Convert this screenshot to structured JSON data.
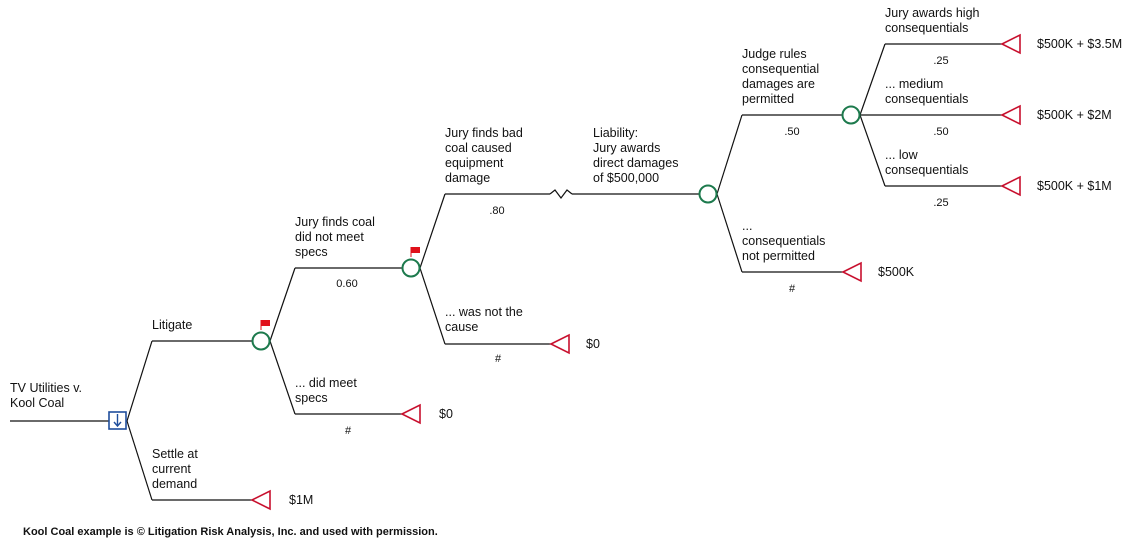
{
  "root": {
    "label": [
      "TV Utilities v.",
      "Kool Coal"
    ]
  },
  "branches": {
    "litigate": {
      "label": [
        "Litigate"
      ]
    },
    "settle": {
      "label": [
        "Settle at",
        "current",
        "demand"
      ],
      "payoff": "$1M"
    },
    "did_not_meet": {
      "label": [
        "Jury finds coal",
        "did not meet",
        "specs"
      ],
      "prob": "0.60"
    },
    "did_meet": {
      "label": [
        "... did meet",
        "specs"
      ],
      "prob": "#",
      "payoff": "$0"
    },
    "caused": {
      "label": [
        "Jury finds bad",
        "coal caused",
        "equipment",
        "damage"
      ],
      "prob": ".80"
    },
    "not_cause": {
      "label": [
        "... was not the",
        "cause"
      ],
      "prob": "#",
      "payoff": "$0"
    },
    "liability": {
      "label": [
        "Liability:",
        "Jury awards",
        "direct damages",
        "of $500,000"
      ]
    },
    "permitted": {
      "label": [
        "Judge rules",
        "consequential",
        "damages are",
        "permitted"
      ],
      "prob": ".50"
    },
    "not_permitted": {
      "label": [
        "...",
        "consequentials",
        "not permitted"
      ],
      "prob": "#",
      "payoff": "$500K"
    },
    "high": {
      "label": [
        "Jury awards high",
        "consequentials"
      ],
      "prob": ".25",
      "payoff": "$500K + $3.5M"
    },
    "medium": {
      "label": [
        "... medium",
        "consequentials"
      ],
      "prob": ".50",
      "payoff": "$500K + $2M"
    },
    "low": {
      "label": [
        "... low",
        "consequentials"
      ],
      "prob": ".25",
      "payoff": "$500K + $1M"
    }
  },
  "footer": "Kool Coal example is © Litigation Risk Analysis, Inc. and used with permission.",
  "colors": {
    "chance": "#1d7a4d",
    "terminal": "#c8102e",
    "decision": "#1f4e9c",
    "flag": "#e0101a"
  }
}
